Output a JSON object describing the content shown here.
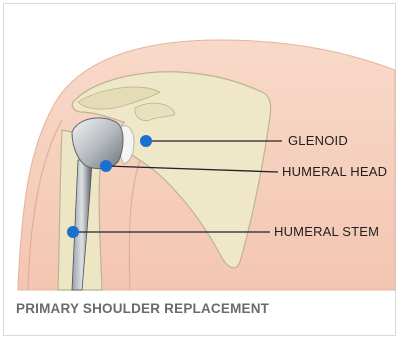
{
  "labels": {
    "glenoid": "GLENOID",
    "humeral_head": "HUMERAL HEAD",
    "humeral_stem": "HUMERAL STEM"
  },
  "caption": "PRIMARY SHOULDER REPLACEMENT",
  "colors": {
    "skin": "#f6d3c2",
    "skin_edge": "#e8b7a0",
    "bone": "#ece7c6",
    "bone_edge": "#b9b08a",
    "implant": "#a8adb2",
    "marker": "#1a6fcf",
    "leader": "#222222"
  }
}
